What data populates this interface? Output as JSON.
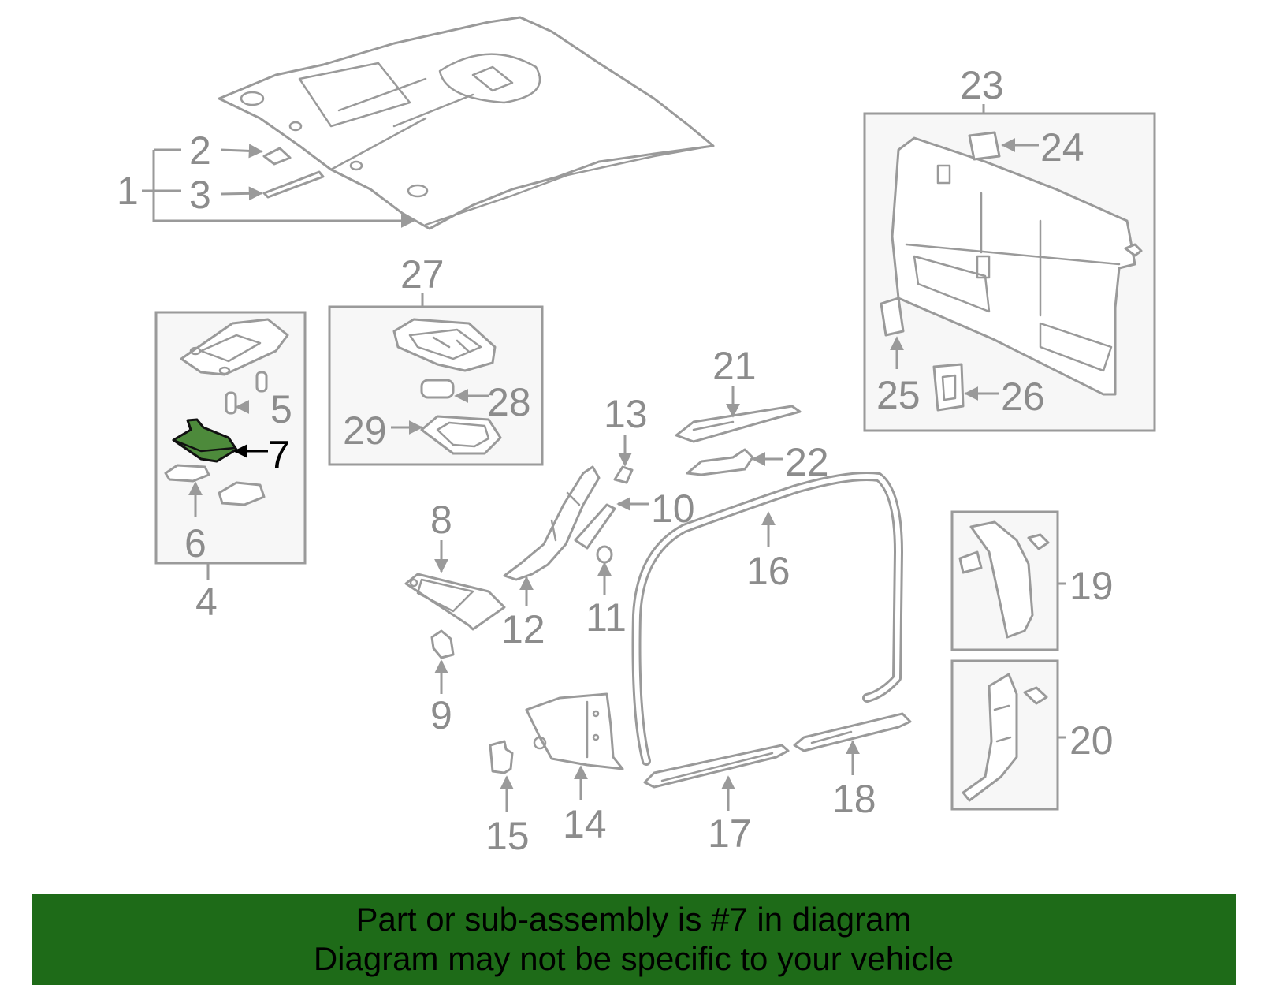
{
  "callouts": {
    "c1": "1",
    "c2": "2",
    "c3": "3",
    "c4": "4",
    "c5": "5",
    "c6": "6",
    "c7": "7",
    "c8": "8",
    "c9": "9",
    "c10": "10",
    "c11": "11",
    "c12": "12",
    "c13": "13",
    "c14": "14",
    "c15": "15",
    "c16": "16",
    "c17": "17",
    "c18": "18",
    "c19": "19",
    "c20": "20",
    "c21": "21",
    "c22": "22",
    "c23": "23",
    "c24": "24",
    "c25": "25",
    "c26": "26",
    "c27": "27",
    "c28": "28",
    "c29": "29"
  },
  "highlight": {
    "part_number": "7",
    "color": "#4d8a3b"
  },
  "banner": {
    "line1": "Part or sub-assembly is #7 in diagram",
    "line2": "Diagram may not be specific to your vehicle",
    "color": "#1e6b18"
  }
}
